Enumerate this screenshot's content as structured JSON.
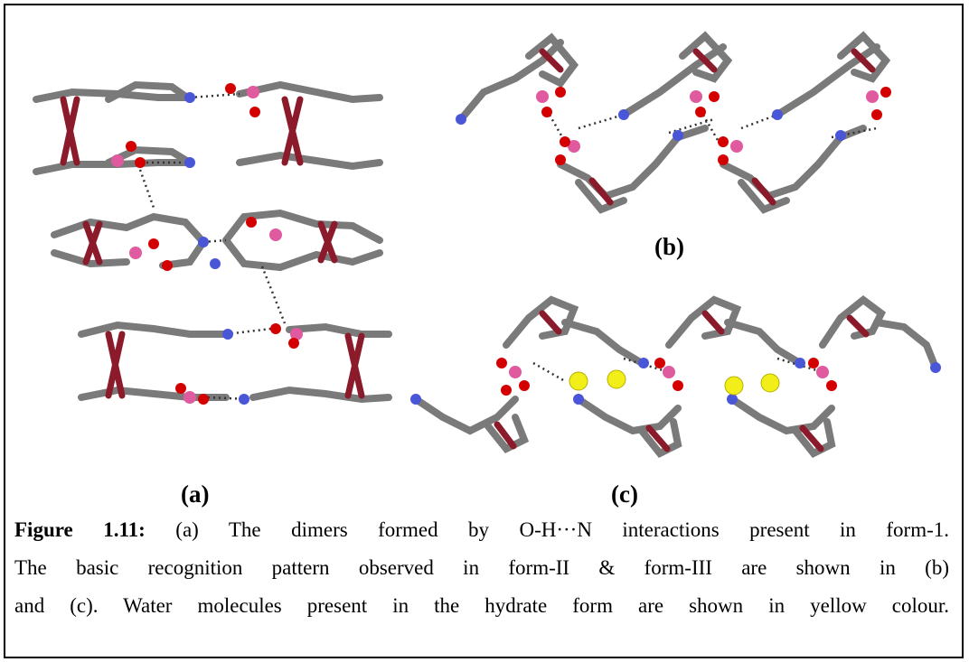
{
  "panels": {
    "a": {
      "label": "(a)"
    },
    "b": {
      "label": "(b)"
    },
    "c": {
      "label": "(c)"
    }
  },
  "caption": {
    "figure_label": "Figure 1.11:",
    "line1": " (a) The dimers formed by O-H···N interactions present in form-1.",
    "line2": "The basic recognition pattern observed in form-II & form-III are shown in (b)",
    "line3": "and (c). Water molecules present in the hydrate form are shown in yellow colour."
  },
  "colors": {
    "carbon": "#8a8a8a",
    "hydrogen": "#f2f2f2",
    "oxygen": "#d40000",
    "nitrogen": "#4a56d8",
    "boron": "#e05aa0",
    "iron": "#8b1a2a",
    "water": "#f2ee1a"
  }
}
